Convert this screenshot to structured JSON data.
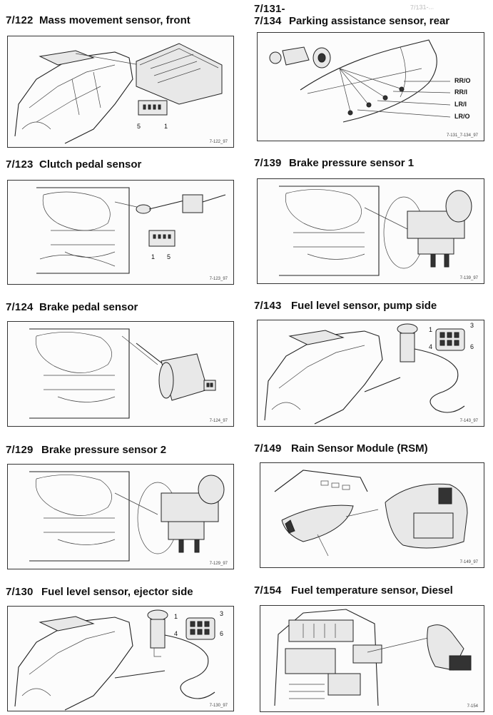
{
  "corner_mark": "7/131-...",
  "sensors": [
    {
      "code": "7/122",
      "name": "Mass movement sensor, front",
      "ref": "7-122_97",
      "pins": [
        "5",
        "1"
      ]
    },
    {
      "code": "7/131-\n7/134",
      "name": "Parking assistance sensor, rear",
      "ref": "7-131_7-134_97",
      "callouts": [
        "RR/O",
        "RR/I",
        "LR/I",
        "LR/O"
      ]
    },
    {
      "code": "7/123",
      "name": "Clutch pedal sensor",
      "ref": "7-123_97",
      "pins": [
        "1",
        "5"
      ]
    },
    {
      "code": "7/139",
      "name": "Brake pressure sensor 1",
      "ref": "7-139_97"
    },
    {
      "code": "7/124",
      "name": "Brake pedal sensor",
      "ref": "7-124_97"
    },
    {
      "code": "7/143",
      "name": "Fuel level sensor, pump side",
      "ref": "7-143_97",
      "pins": [
        "1",
        "3",
        "4",
        "6"
      ]
    },
    {
      "code": "7/129",
      "name": "Brake pressure sensor 2",
      "ref": "7-129_97"
    },
    {
      "code": "7/149",
      "name": "Rain Sensor Module (RSM)",
      "ref": "7-149_97"
    },
    {
      "code": "7/130",
      "name": "Fuel level sensor, ejector side",
      "ref": "7-130_97",
      "pins": [
        "1",
        "3",
        "4",
        "6"
      ]
    },
    {
      "code": "7/154",
      "name": "Fuel temperature sensor, Diesel",
      "ref": "7-154"
    }
  ]
}
